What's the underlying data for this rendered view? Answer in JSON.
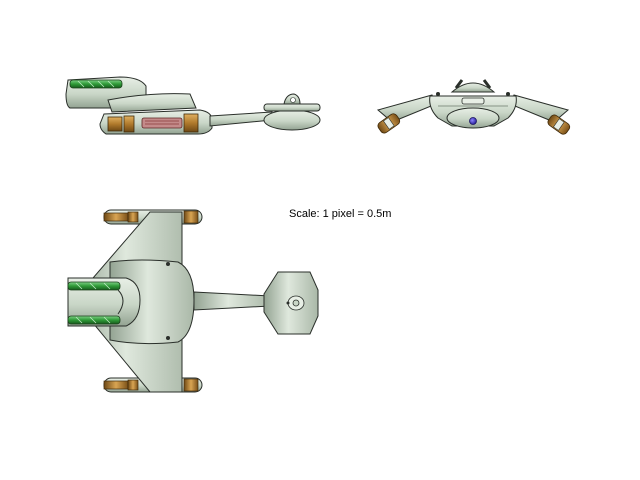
{
  "scale_text": "Scale: 1 pixel = 0.5m",
  "colors": {
    "hull": "#c9d6c7",
    "hull_light": "#e4ece2",
    "hull_dark": "#8e9e8c",
    "outline": "#2a2f2a",
    "nacelle_green": "#2f9a37",
    "nacelle_green_dark": "#1b5e22",
    "bronze": "#b07a2c",
    "bronze_dark": "#6e4814",
    "impulse_red": "#9c3b3b",
    "deflector_blue": "#3a2fb8",
    "background": "#ffffff"
  },
  "views": [
    "side-view",
    "front-view",
    "top-view"
  ]
}
